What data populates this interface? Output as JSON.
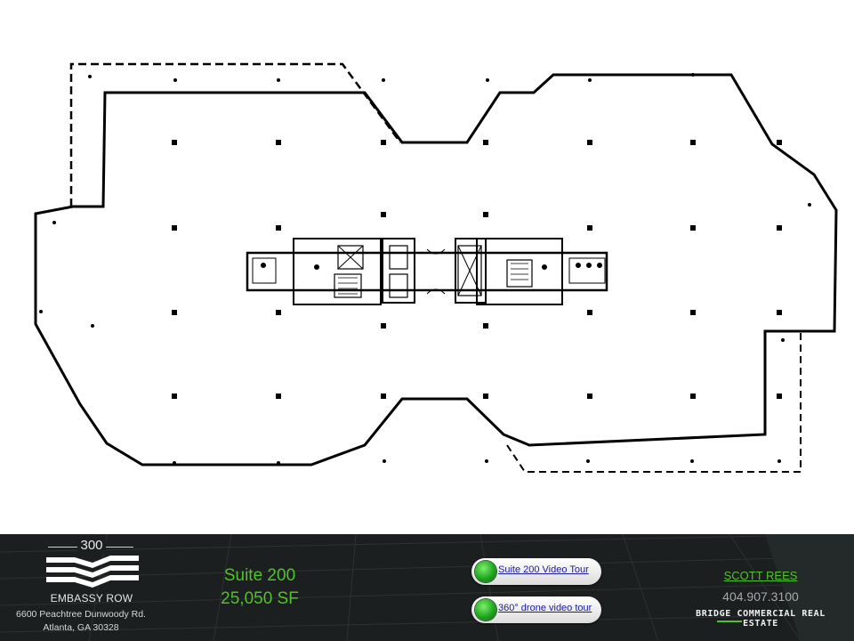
{
  "building": {
    "number": "300",
    "name": "EMBASSY ROW",
    "address_line1": "6600 Peachtree Dunwoody Rd.",
    "address_line2": "Atlanta, GA  30328"
  },
  "suite": {
    "name": "Suite 200",
    "size": "25,050 SF"
  },
  "links": {
    "video_tour": "Suite 200 Video Tour",
    "drone_tour": "360° drone  video tour"
  },
  "contact": {
    "name": "SCOTT REES",
    "phone": "404.907.3100",
    "company": "BRIDGE COMMERCIAL REAL ESTATE"
  },
  "colors": {
    "accent_green": "#52c22a",
    "footer_bg": "#1c1f1f",
    "link_blue": "#1a1aa0"
  },
  "icons": {
    "tour_button": "green-orb-icon",
    "logo": "wave-stripes-logo"
  }
}
